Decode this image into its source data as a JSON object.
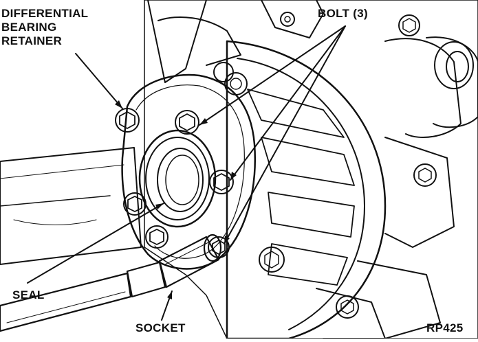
{
  "diagram": {
    "labels": {
      "retainer": [
        "DIFFERENTIAL",
        "BEARING",
        "RETAINER"
      ],
      "bolt": "BOLT (3)",
      "seal": "SEAL",
      "socket": "SOCKET",
      "figure_code": "RP425"
    }
  }
}
